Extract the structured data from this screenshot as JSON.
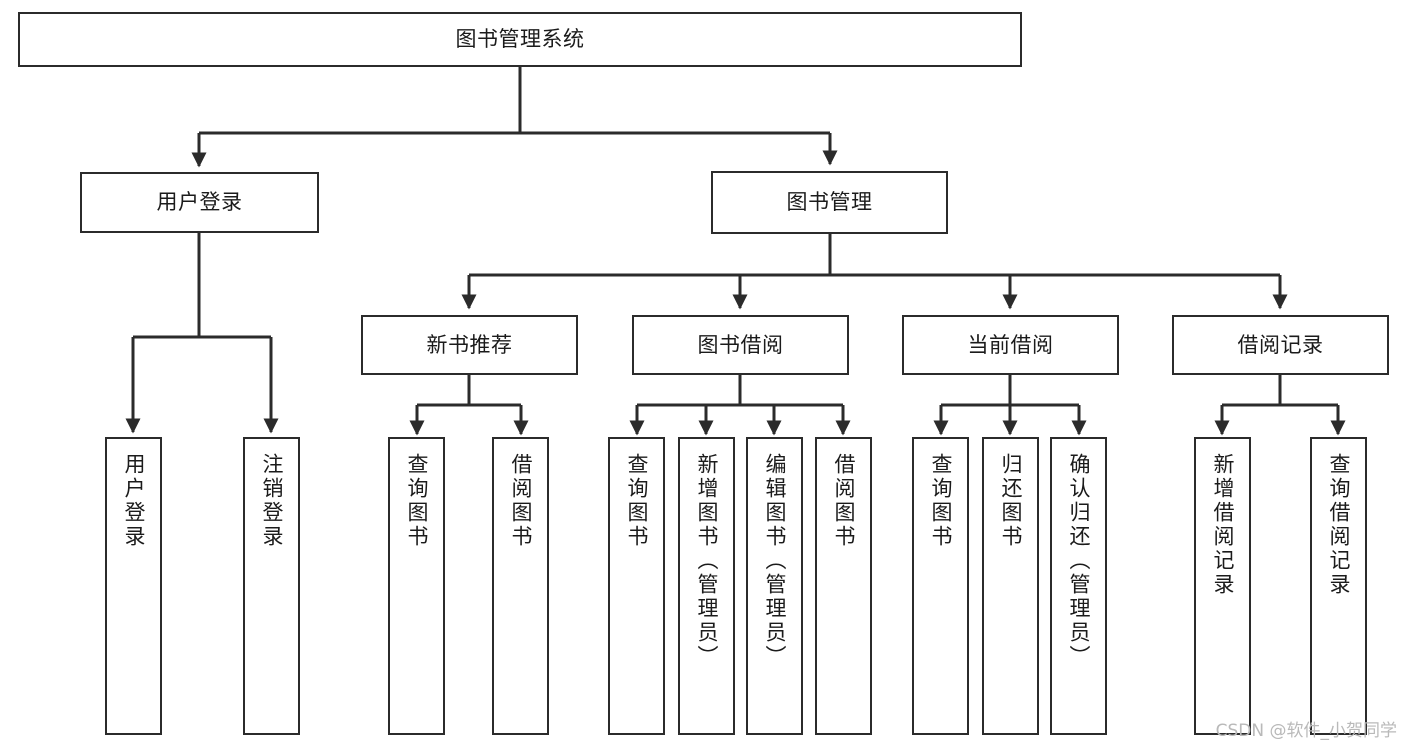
{
  "diagram": {
    "type": "tree",
    "orientation": "top-down",
    "background_color": "#ffffff",
    "line_color": "#2b2b2b",
    "box_border_color": "#2b2b2b",
    "box_fill_color": "#ffffff",
    "text_color": "#1b1b1b",
    "root": {
      "id": "root",
      "label": "图书管理系统"
    },
    "level2": [
      {
        "id": "user-login",
        "label": "用户登录"
      },
      {
        "id": "book-management",
        "label": "图书管理"
      }
    ],
    "level3": [
      {
        "id": "new-book-recommend",
        "label": "新书推荐",
        "parent": "book-management"
      },
      {
        "id": "book-borrow",
        "label": "图书借阅",
        "parent": "book-management"
      },
      {
        "id": "current-borrow",
        "label": "当前借阅",
        "parent": "book-management"
      },
      {
        "id": "borrow-record",
        "label": "借阅记录",
        "parent": "book-management"
      }
    ],
    "leaves": {
      "user_login": [
        {
          "id": "leaf-user-login",
          "label": "用户登录"
        },
        {
          "id": "leaf-logout-login",
          "label": "注销登录"
        }
      ],
      "new_book_recommend": [
        {
          "id": "leaf-query-book-1",
          "label": "查询图书"
        },
        {
          "id": "leaf-borrow-book-1",
          "label": "借阅图书"
        }
      ],
      "book_borrow": [
        {
          "id": "leaf-query-book-2",
          "label": "查询图书"
        },
        {
          "id": "leaf-add-book",
          "label": "新增图书（管理员）"
        },
        {
          "id": "leaf-edit-book",
          "label": "编辑图书（管理员）"
        },
        {
          "id": "leaf-borrow-book-2",
          "label": "借阅图书"
        }
      ],
      "current_borrow": [
        {
          "id": "leaf-query-book-3",
          "label": "查询图书"
        },
        {
          "id": "leaf-return-book",
          "label": "归还图书"
        },
        {
          "id": "leaf-confirm-return",
          "label": "确认归还（管理员）"
        }
      ],
      "borrow_record": [
        {
          "id": "leaf-add-record",
          "label": "新增借阅记录"
        },
        {
          "id": "leaf-query-record",
          "label": "查询借阅记录"
        }
      ]
    }
  },
  "watermark": {
    "text": "CSDN @软件_小贺同学"
  }
}
